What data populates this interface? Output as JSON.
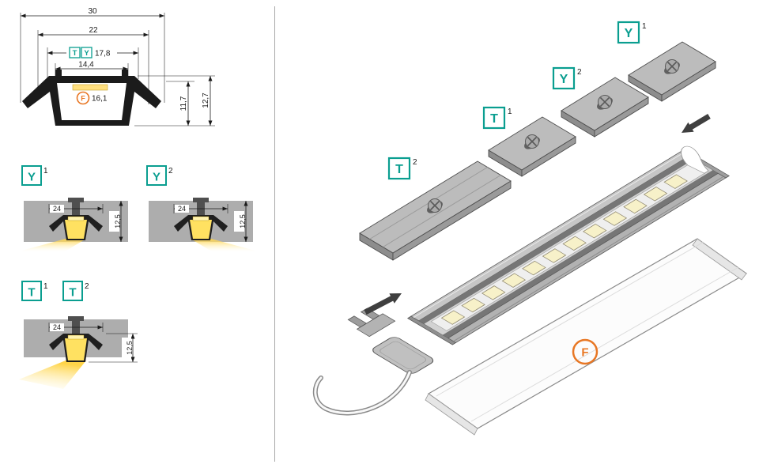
{
  "colors": {
    "teal": "#0a9e90",
    "orange": "#e87724",
    "surface_gray": "#adadad",
    "glow_yellow": "#ffd84d"
  },
  "cross_section": {
    "dim_outer_width": "30",
    "dim_width_22": "22",
    "dim_width_178": "17,8",
    "dim_width_144": "14,4",
    "dim_led_width": "16,1",
    "dim_height_117": "11,7",
    "dim_height_127": "12,7",
    "label_t": "T",
    "label_y": "Y",
    "label_f": "F"
  },
  "variant_y1": {
    "letter": "Y",
    "sup": "1",
    "dim_width": "24",
    "dim_height": "12,5"
  },
  "variant_y2": {
    "letter": "Y",
    "sup": "2",
    "dim_width": "24",
    "dim_height": "12,5"
  },
  "variant_t": {
    "letter_1": "T",
    "sup_1": "1",
    "letter_2": "T",
    "sup_2": "2",
    "dim_width": "24",
    "dim_height": "12,5"
  },
  "exploded": {
    "label_y1": {
      "letter": "Y",
      "sup": "1"
    },
    "label_y2": {
      "letter": "Y",
      "sup": "2"
    },
    "label_t1": {
      "letter": "T",
      "sup": "1"
    },
    "label_t2": {
      "letter": "T",
      "sup": "2"
    },
    "label_f": "F"
  }
}
